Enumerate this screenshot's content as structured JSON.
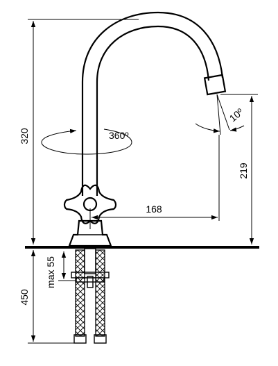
{
  "dimensions": {
    "overall_height": "320",
    "rotation": "360º",
    "spout_tilt": "10º",
    "spout_outlet_height": "219",
    "spout_reach": "168",
    "max_mounting_thickness": "max 55",
    "hose_length": "450"
  }
}
